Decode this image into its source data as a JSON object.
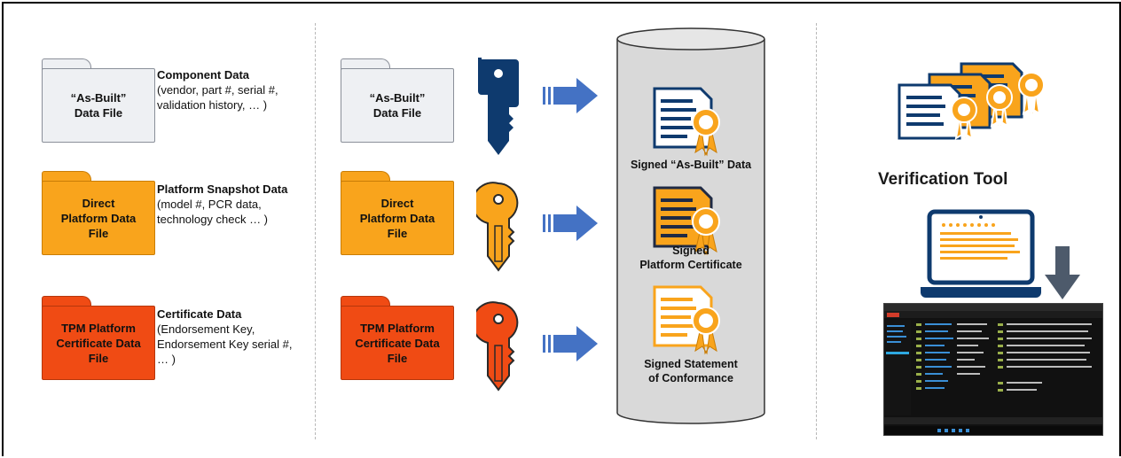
{
  "colors": {
    "navy": "#0e3a6e",
    "orange": "#f9a41c",
    "red": "#f04b14",
    "arrow": "#4472c4",
    "grey": "#d9d9d9"
  },
  "left_column": {
    "folders": [
      {
        "label": "“As-Built”\nData File",
        "color": "white"
      },
      {
        "label": "Direct\nPlatform Data\nFile",
        "color": "yellow"
      },
      {
        "label": "TPM Platform\nCertificate Data\nFile",
        "color": "red"
      }
    ],
    "descriptions": [
      {
        "title": "Component Data",
        "lines": "(vendor, part #, serial #,",
        "lines2": "validation history, … )"
      },
      {
        "title": "Platform Snapshot Data",
        "lines": "(model #, PCR data,",
        "lines2": "technology check … )"
      },
      {
        "title": "Certificate Data",
        "lines": "(Endorsement Key,",
        "lines2": "Endorsement Key serial #,",
        "lines3": "… )"
      }
    ]
  },
  "middle_column": {
    "folders": [
      {
        "label": "“As-Built”\nData File",
        "color": "white"
      },
      {
        "label": "Direct\nPlatform Data\nFile",
        "color": "yellow"
      },
      {
        "label": "TPM Platform\nCertificate Data\nFile",
        "color": "red"
      }
    ],
    "keys": [
      {
        "icon": "key-icon",
        "color": "navy"
      },
      {
        "icon": "key-icon",
        "color": "orange"
      },
      {
        "icon": "key-icon",
        "color": "red"
      }
    ]
  },
  "database": {
    "certificates": [
      {
        "label": "Signed “As-Built” Data",
        "color": "navy"
      },
      {
        "label": "Signed\nPlatform Certificate",
        "color": "orange"
      },
      {
        "label": "Signed Statement\nof Conformance",
        "color": "orange"
      }
    ]
  },
  "right_column": {
    "title": "Verification Tool",
    "icons": [
      "certificate-stack-icon",
      "laptop-icon",
      "down-arrow-icon",
      "application-screenshot"
    ]
  }
}
